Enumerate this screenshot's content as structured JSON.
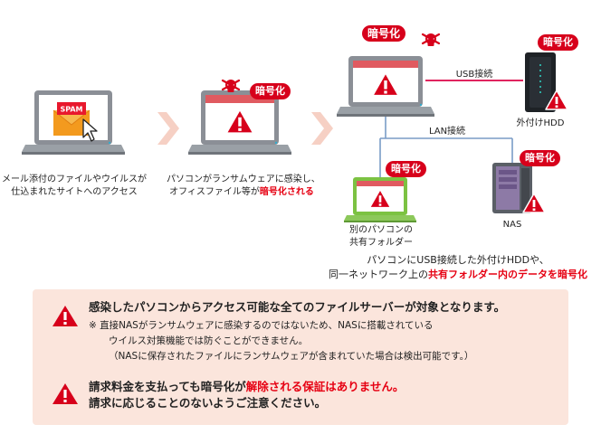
{
  "flow": {
    "step1_label": [
      "メール添付のファイルやウイルスが",
      "仕込まれたサイトへのアクセス"
    ],
    "spam_text": "SPAM",
    "step2_label_line1": "パソコンがランサムウェアに感染し、",
    "step2_label_line2_a": "オフィスファイル等が",
    "step2_label_line2_b": "暗号化される"
  },
  "network": {
    "usb_label": "USB接続",
    "lan_label": "LAN接続",
    "hdd_label": "外付けHDD",
    "pc_label": [
      "別のパソコンの",
      "共有フォルダー"
    ],
    "nas_label": "NAS",
    "summary_line1": "パソコンにUSB接続した外付けHDDや、",
    "summary_line2_a": "同一ネットワーク上の",
    "summary_line2_b": "共有フォルダー内のデータを暗号化"
  },
  "badges": {
    "encrypted": "暗号化"
  },
  "notes": {
    "warning1_title": "感染したパソコンからアクセス可能な全てのファイルサーバーが対象となります。",
    "warning1_detail": [
      "※ 直接NASがランサムウェアに感染するのではないため、NASに搭載されている",
      "ウイルス対策機能では防ぐことができません。",
      "（NASに保存されたファイルにランサムウェアが含まれていた場合は検出可能です。）"
    ],
    "warning2_line1_a": "請求料金を支払っても暗号化が",
    "warning2_line1_b": "解除される保証はありません。",
    "warning2_line2": "請求に応じることのないようご注意ください。"
  },
  "colors": {
    "accent_red": "#e60012",
    "badge_red": "#d7001b",
    "usb_line": "#e0245e",
    "lan_line": "#7a9cc6",
    "arrow": "#f6d0c4",
    "panel_bg": "#fbe5dc",
    "laptop_body": "#8b8f96",
    "laptop_green": "#7cc242"
  }
}
